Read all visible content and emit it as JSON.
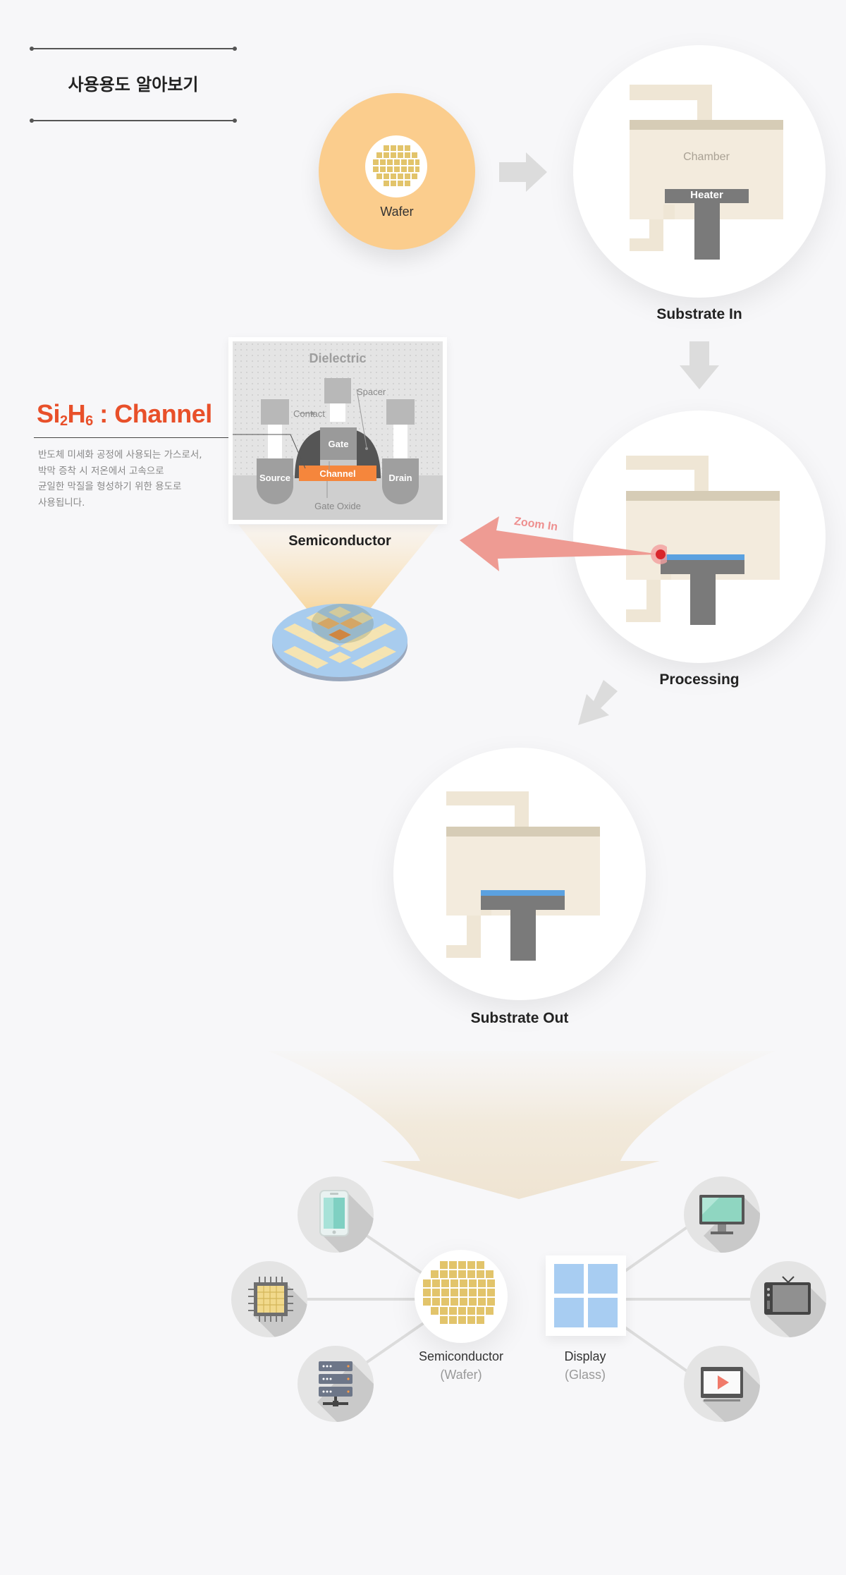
{
  "header": {
    "title": "사용용도 알아보기"
  },
  "process": {
    "wafer_label": "Wafer",
    "chamber_label": "Chamber",
    "heater_label": "Heater",
    "substrate_in_label": "Substrate In",
    "processing_label": "Processing",
    "zoom_label": "Zoom In",
    "substrate_out_label": "Substrate Out"
  },
  "si2h6": {
    "formula_si": "Si",
    "formula_sub1": "2",
    "formula_h": "H",
    "formula_sub2": "6",
    "formula_rest": " : Channel",
    "description_line1": "반도체 미세화 공정에 사용되는 가스로서,",
    "description_line2": "박막 증착 시 저온에서 고속으로",
    "description_line3": "균일한 막질을 형성하기 위한 용도로",
    "description_line4": "사용됩니다."
  },
  "cross_section": {
    "dielectric": "Dielectric",
    "spacer": "Spacer",
    "contact": "Contact",
    "gate": "Gate",
    "source": "Source",
    "drain": "Drain",
    "channel": "Channel",
    "gate_oxide": "Gate Oxide",
    "caption": "Semiconductor"
  },
  "applications": {
    "semiconductor_label": "Semiconductor",
    "semiconductor_sub": "(Wafer)",
    "display_label": "Display",
    "display_sub": "(Glass)",
    "icons_left": [
      "smartphone-icon",
      "cpu-chip-icon",
      "server-icon"
    ],
    "icons_right": [
      "monitor-icon",
      "tv-icon",
      "video-player-icon"
    ]
  },
  "colors": {
    "accent_red": "#e8502a",
    "wafer_orange": "#fbcd8d",
    "chip_gold": "#e2c46b",
    "chamber_beige": "#f3ebdd",
    "heater_gray": "#7a7a7a",
    "film_blue": "#5ba1e0"
  }
}
